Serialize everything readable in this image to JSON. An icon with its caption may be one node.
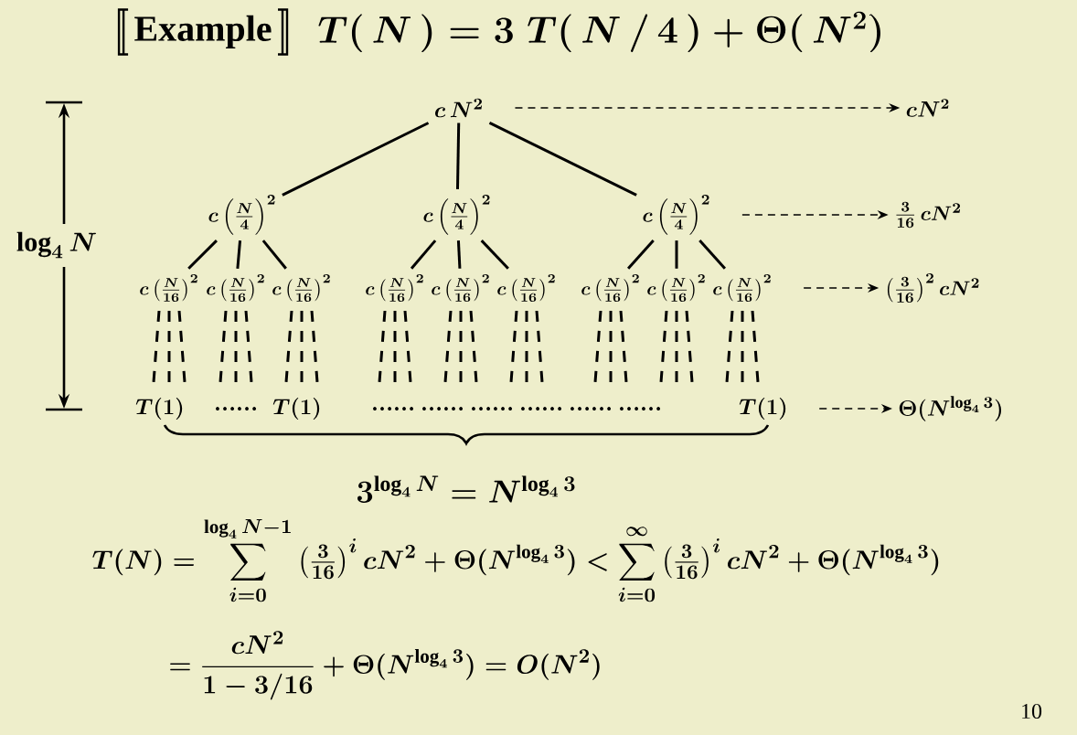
{
  "diagram": {
    "title": "Example",
    "nodes": [
      {
        "text": [
          "c\\,N^{2}"
        ]
      },
      {
        "text": [
          "c\\left(\\tfrac{N}{4}\\right)^{2}"
        ]
      },
      {
        "text": [
          "c\\left(\\tfrac{N}{4}\\right)^{2}"
        ]
      },
      {
        "text": [
          "c\\left(\\tfrac{N}{4}\\right)^{2}"
        ]
      },
      {
        "text": [
          "c\\left(\\tfrac{N}{16}\\right)^{2}"
        ]
      },
      {
        "text": [
          "c\\left(\\tfrac{N}{16}\\right)^{2}"
        ]
      },
      {
        "text": [
          "c\\left(\\tfrac{N}{16}\\right)^{2}"
        ]
      },
      {
        "text": [
          "c\\left(\\tfrac{N}{16}\\right)^{2}"
        ]
      },
      {
        "text": [
          "c\\left(\\tfrac{N}{16}\\right)^{2}"
        ]
      },
      {
        "text": [
          "c\\left(\\tfrac{N}{16}\\right)^{2}"
        ]
      },
      {
        "text": [
          "c\\left(\\tfrac{N}{16}\\right)^{2}"
        ]
      },
      {
        "text": [
          "c\\left(\\tfrac{N}{16}\\right)^{2}"
        ]
      },
      {
        "text": [
          "c\\left(\\tfrac{N}{16}\\right)^{2}"
        ]
      },
      {
        "text": [
          "T(1)"
        ]
      },
      {
        "text": [
          "T(1)"
        ]
      },
      {
        "text": [
          "T(1)"
        ]
      },
      {
        "text": [
          "cN^{2}"
        ]
      },
      {
        "text": [
          "\\tfrac{3}{16}\\,cN^{2}"
        ]
      },
      {
        "text": [
          "\\left(\\tfrac{3}{16}\\right)^{2}cN^{2}"
        ]
      },
      {
        "text": [
          "\\Theta(N^{\\log_4 3})"
        ]
      }
    ],
    "edges": [
      {
        "from": 0,
        "to": 1,
        "arrow": "none"
      },
      {
        "from": 0,
        "to": 2,
        "arrow": "none"
      },
      {
        "from": 0,
        "to": 3,
        "arrow": "none"
      },
      {
        "from": 1,
        "to": 4,
        "arrow": "none"
      },
      {
        "from": 1,
        "to": 5,
        "arrow": "none"
      },
      {
        "from": 1,
        "to": 6,
        "arrow": "none"
      },
      {
        "from": 2,
        "to": 7,
        "arrow": "none"
      },
      {
        "from": 2,
        "to": 8,
        "arrow": "none"
      },
      {
        "from": 2,
        "to": 9,
        "arrow": "none"
      },
      {
        "from": 3,
        "to": 10,
        "arrow": "none"
      },
      {
        "from": 3,
        "to": 11,
        "arrow": "none"
      },
      {
        "from": 3,
        "to": 12,
        "arrow": "none"
      },
      {
        "from": 0,
        "to": 16,
        "arrow": "to",
        "style": "dashed"
      },
      {
        "from": 3,
        "to": 17,
        "arrow": "to",
        "style": "dashed"
      },
      {
        "from": 12,
        "to": 18,
        "arrow": "to",
        "style": "dashed"
      },
      {
        "from": 15,
        "to": 19,
        "arrow": "to",
        "style": "dashed"
      }
    ],
    "labels": [
      "T(\\,N\\,) = 3\\;T(\\,N\\,/\\,4\\,) + \\Theta(\\,N^{2})",
      "\\log_4 N",
      "……",
      "…… …… …… …… …… ……",
      "3^{\\log_4 N} = N^{\\log_4 3}",
      "T(N) = \\sum_{i=0}^{\\log_4 N-1}\\left(\\tfrac{3}{16}\\right)^{i} cN^{2} + \\Theta(N^{\\log_4 3}) < \\sum_{i=0}^{\\infty}\\left(\\tfrac{3}{16}\\right)^{i} cN^{2} + \\Theta(N^{\\log_4 3})",
      "= \\frac{cN^{2}}{1-3/16} + \\Theta(N^{\\log_4 3}) = O(N^{2})",
      "10"
    ]
  }
}
